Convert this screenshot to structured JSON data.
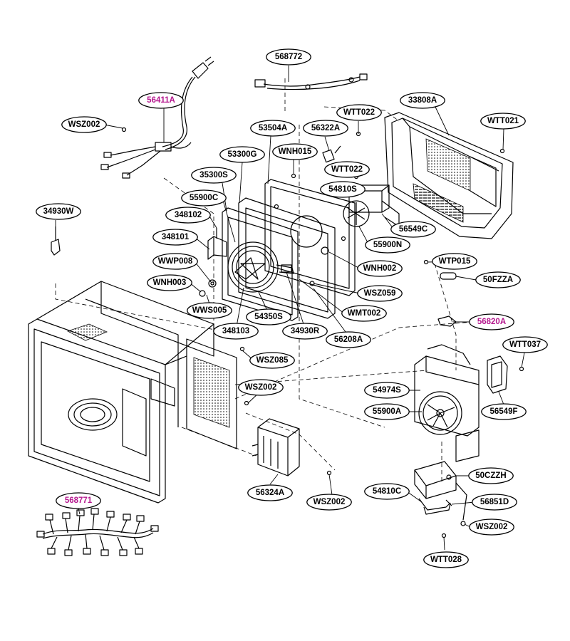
{
  "colors": {
    "line": "#000000",
    "highlight_text": "#b5178e",
    "background": "#ffffff"
  },
  "parts": [
    {
      "id": "568772",
      "highlight": false
    },
    {
      "id": "56411A",
      "highlight": true
    },
    {
      "id": "WSZ002",
      "highlight": false
    },
    {
      "id": "WTT022",
      "highlight": false
    },
    {
      "id": "33808A",
      "highlight": false
    },
    {
      "id": "53504A",
      "highlight": false
    },
    {
      "id": "56322A",
      "highlight": false
    },
    {
      "id": "WTT021",
      "highlight": false
    },
    {
      "id": "53300G",
      "highlight": false
    },
    {
      "id": "WNH015",
      "highlight": false
    },
    {
      "id": "35300S",
      "highlight": false
    },
    {
      "id": "WTT022",
      "highlight": false
    },
    {
      "id": "55900C",
      "highlight": false
    },
    {
      "id": "54810S",
      "highlight": false
    },
    {
      "id": "34930W",
      "highlight": false
    },
    {
      "id": "348102",
      "highlight": false
    },
    {
      "id": "56549C",
      "highlight": false
    },
    {
      "id": "348101",
      "highlight": false
    },
    {
      "id": "55900N",
      "highlight": false
    },
    {
      "id": "WWP008",
      "highlight": false
    },
    {
      "id": "WNH002",
      "highlight": false
    },
    {
      "id": "WTP015",
      "highlight": false
    },
    {
      "id": "WNH003",
      "highlight": false
    },
    {
      "id": "50FZZA",
      "highlight": false
    },
    {
      "id": "WSZ059",
      "highlight": false
    },
    {
      "id": "WWS005",
      "highlight": false
    },
    {
      "id": "54350S",
      "highlight": false
    },
    {
      "id": "WMT002",
      "highlight": false
    },
    {
      "id": "56820A",
      "highlight": true
    },
    {
      "id": "348103",
      "highlight": false
    },
    {
      "id": "34930R",
      "highlight": false
    },
    {
      "id": "56208A",
      "highlight": false
    },
    {
      "id": "WTT037",
      "highlight": false
    },
    {
      "id": "WSZ085",
      "highlight": false
    },
    {
      "id": "WSZ002",
      "highlight": false
    },
    {
      "id": "54974S",
      "highlight": false
    },
    {
      "id": "55900A",
      "highlight": false
    },
    {
      "id": "56549F",
      "highlight": false
    },
    {
      "id": "50CZZH",
      "highlight": false
    },
    {
      "id": "54810C",
      "highlight": false
    },
    {
      "id": "56324A",
      "highlight": false
    },
    {
      "id": "WSZ002",
      "highlight": false
    },
    {
      "id": "56851D",
      "highlight": false
    },
    {
      "id": "568771",
      "highlight": true
    },
    {
      "id": "WSZ002",
      "highlight": false
    },
    {
      "id": "WTT028",
      "highlight": false
    }
  ]
}
